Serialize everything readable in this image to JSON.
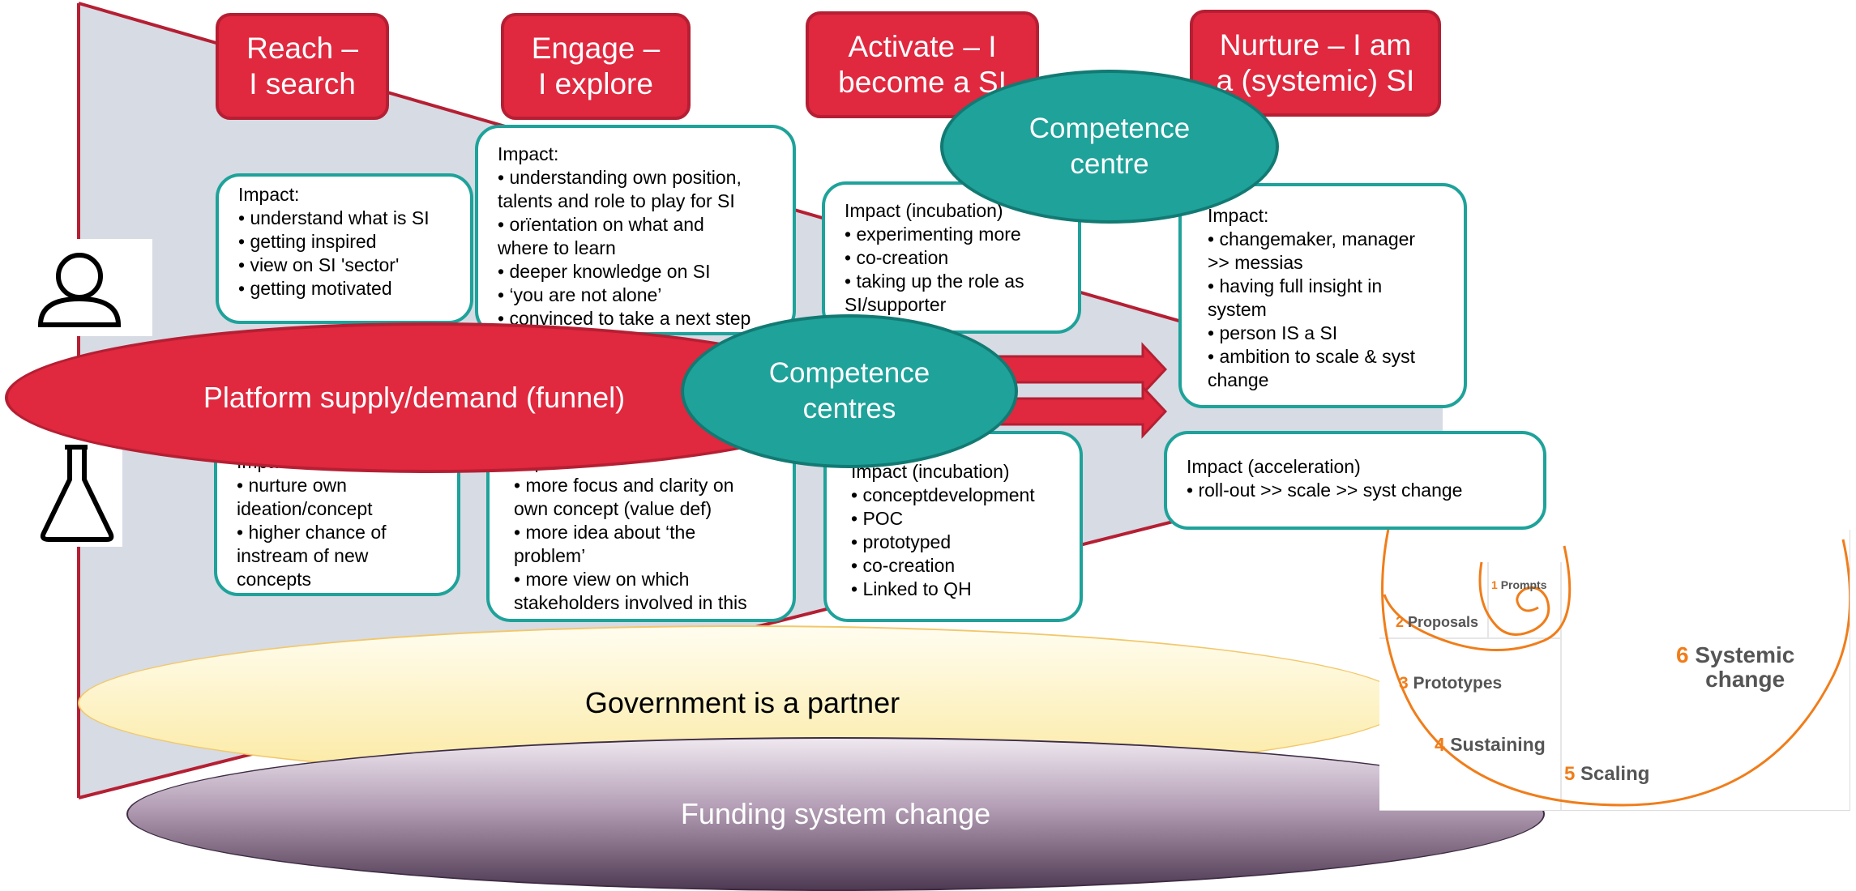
{
  "stages": [
    {
      "line1": "Reach –",
      "line2": "I search"
    },
    {
      "line1": "Engage –",
      "line2": "I explore"
    },
    {
      "line1": "Activate – I",
      "line2": "become a SI"
    },
    {
      "line1": "Nurture – I am",
      "line2": "a (systemic) SI"
    }
  ],
  "impact_boxes": {
    "reach_top": [
      "Impact:",
      "• understand what is SI",
      "• getting inspired",
      "• view on SI 'sector'",
      "• getting motivated"
    ],
    "engage_top": [
      "Impact:",
      "• understanding own position,",
      "talents and role to play for SI",
      "• orïentation on what and",
      "where to learn",
      "• deeper knowledge on SI",
      "• ‘you are not alone’",
      "• convinced to take a next step"
    ],
    "activate_top": [
      "Impact (incubation)",
      "• experimenting more",
      "• co-creation",
      "• taking up the role as",
      "SI/supporter"
    ],
    "nurture_top": [
      "Impact:",
      "• changemaker, manager",
      ">> messias",
      "• having full insight in",
      "system",
      "• person IS a SI",
      "• ambition to scale & syst",
      "change"
    ],
    "reach_bottom": [
      "Impact:",
      "• nurture own",
      "ideation/concept",
      "• higher chance of",
      "instream of new",
      "concepts"
    ],
    "engage_bottom": [
      "Impact:",
      "• more focus and clarity on",
      "own concept (value def)",
      "• more idea about ‘the",
      "problem’",
      "• more view on which",
      "stakeholders involved in this"
    ],
    "activate_bottom": [
      "Impact (incubation)",
      "• conceptdevelopment",
      "• POC",
      "• prototyped",
      "• co-creation",
      "• Linked to QH"
    ],
    "nurture_bottom": [
      "Impact (acceleration)",
      "• roll-out >> scale >> syst change"
    ]
  },
  "competence_centre": {
    "line1": "Competence",
    "line2": "centre"
  },
  "competence_centres": {
    "line1": "Competence",
    "line2": "centres"
  },
  "platform": "Platform supply/demand (funnel)",
  "government": "Government is a partner",
  "funding": "Funding system change",
  "spiral": [
    {
      "num": "1",
      "label": "Prompts"
    },
    {
      "num": "2",
      "label": "Proposals"
    },
    {
      "num": "3",
      "label": "Prototypes"
    },
    {
      "num": "4",
      "label": "Sustaining"
    },
    {
      "num": "5",
      "label": "Scaling"
    },
    {
      "num": "6",
      "label": "Systemic",
      "label2": "change"
    }
  ],
  "icons": [
    "person-icon",
    "flask-icon"
  ],
  "colors": {
    "red": "#e0283f",
    "teal": "#1ea29a",
    "funnel": "#d6dbe4",
    "orange": "#f07d1a",
    "yellow": "#fdf2b8",
    "purple": "#7a5d7e"
  }
}
